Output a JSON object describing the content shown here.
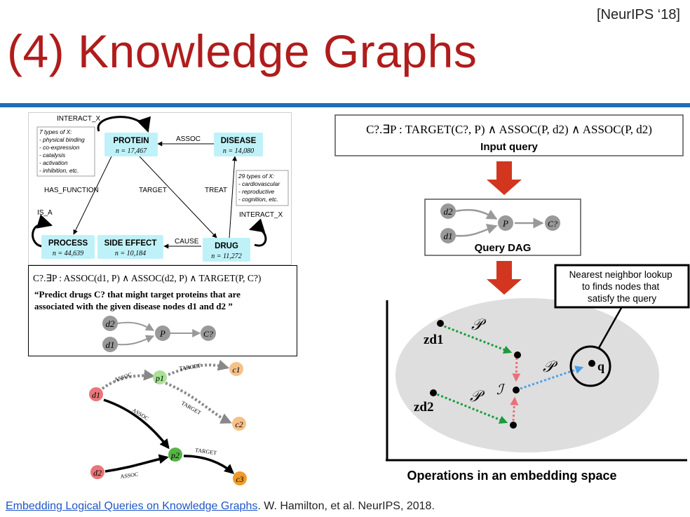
{
  "slide": {
    "venue": "[NeurIPS ‘18]",
    "title": "(4) Knowledge Graphs",
    "citation_link": "Embedding Logical Queries on Knowledge Graphs",
    "citation_rest": ". W. Hamilton, et al. NeurIPS, 2018."
  },
  "kg": {
    "interact_top": "INTERACT_X",
    "protein": "PROTEIN",
    "protein_n": "n = 17,467",
    "disease": "DISEASE",
    "disease_n": "n = 14,080",
    "assoc": "ASSOC",
    "has_function": "HAS_FUNCTION",
    "target": "TARGET",
    "treat": "TREAT",
    "is_a": "IS_A",
    "interact_bottom": "INTERACT_X",
    "cause": "CAUSE",
    "process": "PROCESS",
    "process_n": "n = 44,639",
    "side_effect": "SIDE EFFECT",
    "side_effect_n": "n = 10,184",
    "drug": "DRUG",
    "drug_n": "n = 11,272",
    "box1": [
      "7 types of X:",
      "- physical binding",
      "- co-expression",
      "- catalysis",
      "- activation",
      "- inhibition, etc."
    ],
    "box2": [
      "29 types of X:",
      "- cardiovascular",
      "- reproductive",
      "- cognition, etc."
    ]
  },
  "left_query": {
    "formula": "C?.∃P : ASSOC(d1, P) ∧ ASSOC(d2, P) ∧ TARGET(P, C?)",
    "quote_line1": "“Predict drugs C? that might target proteins that are",
    "quote_line2": "associated with the given disease nodes d1 and d2 ”",
    "dag": {
      "d2": "d2",
      "d1": "d1",
      "p": "P",
      "c": "C?"
    }
  },
  "left_embed": {
    "d1": "d1",
    "d2": "d2",
    "p1": "p1",
    "p2": "p2",
    "c1": "c1",
    "c2": "c2",
    "c3": "c3",
    "assoc": "ASSOC",
    "target": "TARGET"
  },
  "right": {
    "query_formula": "C?.∃P : TARGET(C?, P) ∧ ASSOC(P, d2) ∧ ASSOC(P, d2)",
    "input_query": "Input query",
    "query_dag": "Query DAG",
    "dag": {
      "d2": "d2",
      "d1": "d1",
      "p": "P",
      "c": "C?"
    },
    "nn_box": [
      "Nearest neighbor lookup",
      "to finds nodes that",
      "satisfy the query"
    ],
    "zd1": "zd1",
    "zd2": "zd2",
    "p_symbol": "𝒫",
    "i_symbol": "ℐ",
    "q": "q",
    "operations": "Operations in an embedding space"
  },
  "colors": {
    "title_red": "#b01c1c",
    "rule_blue": "#1f6fb6",
    "node_cyan": "#bff2f8",
    "arrow_red": "#d2361f",
    "green_dotted": "#1a9b3c",
    "red_dotted": "#e8707a",
    "blue_dotted": "#4a9ee8",
    "embed_gray": "#dedede",
    "d_node": "#e9767a",
    "p1_node": "#a9e294",
    "p2_node": "#58b448",
    "c_node": "#f6c189",
    "c3_node": "#f09a2a"
  }
}
